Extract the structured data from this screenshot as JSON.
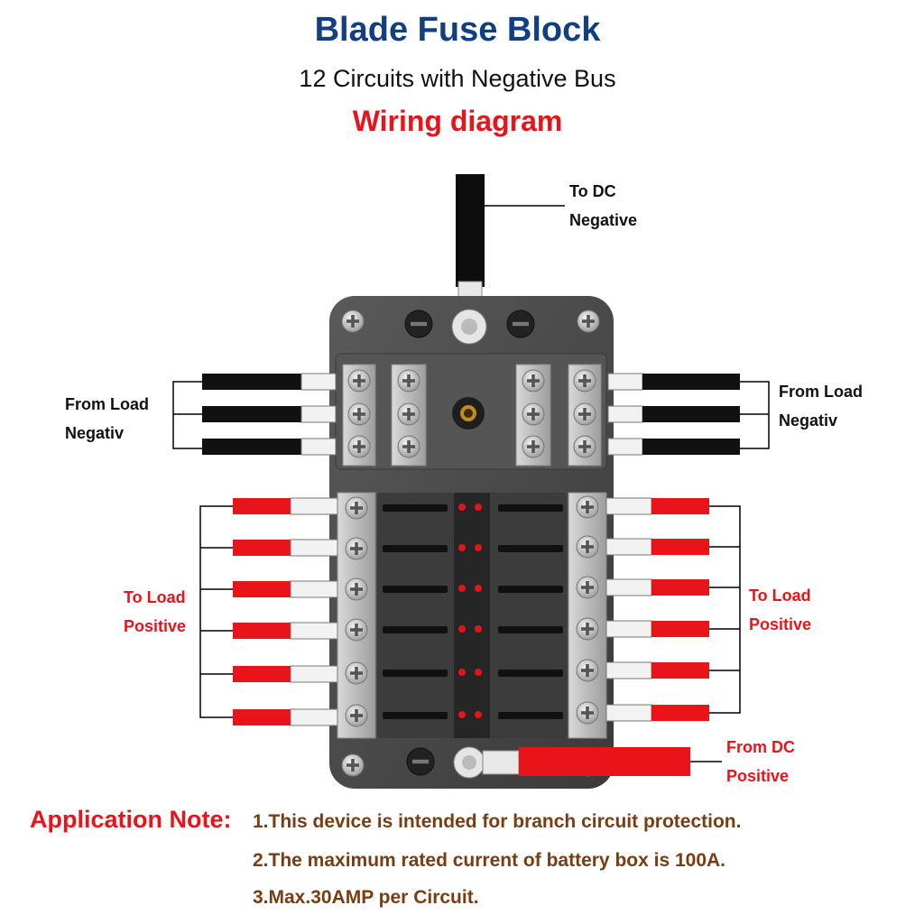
{
  "header": {
    "title": "Blade Fuse Block",
    "subtitle": "12 Circuits with Negative Bus",
    "heading": "Wiring diagram"
  },
  "labels": {
    "to_dc_negative": [
      "To DC",
      "Negative"
    ],
    "from_load_negative_left": [
      "From Load",
      "Negativ"
    ],
    "from_load_negative_right": [
      "From Load",
      "Negativ"
    ],
    "to_load_positive_left": [
      "To Load",
      "Positive"
    ],
    "to_load_positive_right": [
      "To Load",
      "Positive"
    ],
    "from_dc_positive": [
      "From DC",
      "Positive"
    ]
  },
  "notes": {
    "label": "Application Note:",
    "items": [
      "1.This device is intended for branch circuit protection.",
      "2.The maximum rated current of battery box is 100A.",
      "3.Max.30AMP per Circuit."
    ]
  },
  "colors": {
    "title": "#123e82",
    "accent_red": "#e8141a",
    "note_brown": "#7a3d11",
    "wire_black": "#111111",
    "wire_red": "#e8141a",
    "block_body": "#4a4a4a"
  },
  "icons": [
    "plus-screw-icon",
    "minus-screw-icon",
    "blade-fuse-icon",
    "led-indicator-icon"
  ]
}
